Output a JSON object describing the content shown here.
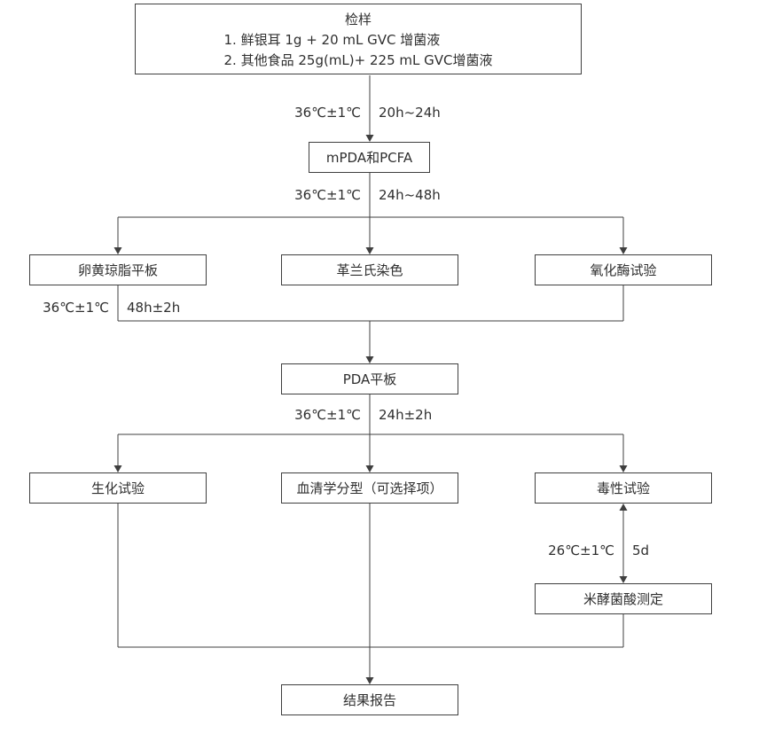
{
  "diagram": {
    "type": "flowchart",
    "language": "zh-CN"
  },
  "nodes": {
    "sample": {
      "title": "检样",
      "line1": "1. 鲜银耳 1g + 20 mL GVC 增菌液",
      "line2": "2. 其他食品 25g(mL)+ 225 mL GVC增菌液"
    },
    "mpda_pcfa": "mPDA和PCFA",
    "egg_yolk_plate": "卵黄琼脂平板",
    "gram_stain": "革兰氏染色",
    "oxidase_test": "氧化酶试验",
    "pda_plate": "PDA平板",
    "biochemical_test": "生化试验",
    "serotyping": "血清学分型（可选择项）",
    "toxicity_test": "毒性试验",
    "bongkrekic_acid": "米酵菌酸测定",
    "result_report": "结果报告"
  },
  "edges": {
    "e1": {
      "temp": "36℃±1℃",
      "time": "20h~24h"
    },
    "e2": {
      "temp": "36℃±1℃",
      "time": "24h~48h"
    },
    "e3": {
      "temp": "36℃±1℃",
      "time": "48h±2h"
    },
    "e4": {
      "temp": "36℃±1℃",
      "time": "24h±2h"
    },
    "e5": {
      "temp": "26℃±1℃",
      "time": "5d"
    }
  },
  "colors": {
    "line": "#3f3f3f",
    "text": "#2f2f2f",
    "node_background": "#ffffff"
  }
}
